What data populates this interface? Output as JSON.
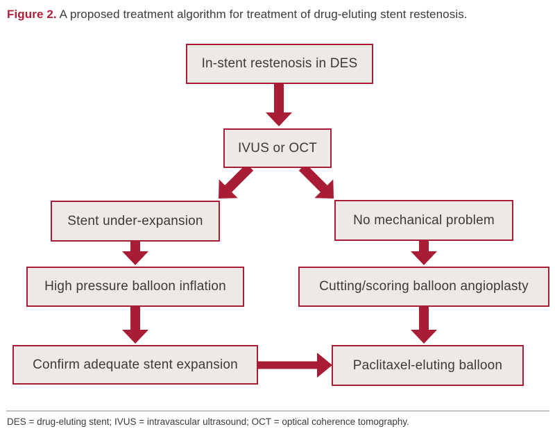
{
  "caption": {
    "label": "Figure 2.",
    "text": " A proposed treatment algorithm for treatment of drug-eluting stent restenosis."
  },
  "colors": {
    "accent_red": "#a81d35",
    "caption_red": "#b01f3b",
    "box_fill": "#ede9e4",
    "box_border": "#a81d35",
    "text_dark": "#3b3a39",
    "rule_gray": "#c6c6c2",
    "background": "#ffffff"
  },
  "flowchart": {
    "nodes": [
      {
        "id": "in-stent-restenosis-in-des",
        "label": "In-stent restenosis in DES"
      },
      {
        "id": "ivus-or-oct",
        "label": "IVUS or OCT"
      },
      {
        "id": "stent-under-expansion",
        "label": "Stent under-expansion"
      },
      {
        "id": "no-mechanical-problem",
        "label": "No mechanical problem"
      },
      {
        "id": "high-pressure-balloon-inflation",
        "label": "High pressure balloon inflation"
      },
      {
        "id": "cutting-scoring-balloon-angioplasty",
        "label": "Cutting/scoring balloon angioplasty"
      },
      {
        "id": "confirm-adequate-stent-expansion",
        "label": "Confirm adequate stent expansion"
      },
      {
        "id": "paclitaxel-eluting-balloon",
        "label": "Paclitaxel-eluting balloon"
      }
    ],
    "edges": [
      {
        "from": "in-stent-restenosis-in-des",
        "to": "ivus-or-oct"
      },
      {
        "from": "ivus-or-oct",
        "to": "stent-under-expansion"
      },
      {
        "from": "ivus-or-oct",
        "to": "no-mechanical-problem"
      },
      {
        "from": "stent-under-expansion",
        "to": "high-pressure-balloon-inflation"
      },
      {
        "from": "no-mechanical-problem",
        "to": "cutting-scoring-balloon-angioplasty"
      },
      {
        "from": "high-pressure-balloon-inflation",
        "to": "confirm-adequate-stent-expansion"
      },
      {
        "from": "cutting-scoring-balloon-angioplasty",
        "to": "paclitaxel-eluting-balloon"
      },
      {
        "from": "confirm-adequate-stent-expansion",
        "to": "paclitaxel-eluting-balloon"
      }
    ]
  },
  "footnote": "DES = drug-eluting stent; IVUS = intravascular ultrasound; OCT = optical coherence tomography."
}
